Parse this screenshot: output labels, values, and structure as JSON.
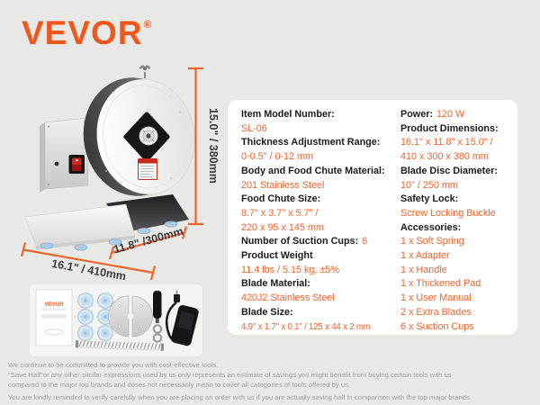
{
  "brand": {
    "name": "VEVOR",
    "registered": "®"
  },
  "product_illustration": {
    "dim_height": "15.0\" / 380mm",
    "dim_width": "16.1\" / 410mm",
    "dim_depth": "11.8\" /300mm",
    "manual_brand": "VEVOR"
  },
  "specs": {
    "left": [
      {
        "kind": "label",
        "text": "Item Model Number:"
      },
      {
        "kind": "value",
        "text": "SL-06"
      },
      {
        "kind": "label",
        "text": "Thickness Adjustment Range:"
      },
      {
        "kind": "value",
        "text": "0-0.5\" / 0-12 mm"
      },
      {
        "kind": "label",
        "text": "Body and Food Chute Material:"
      },
      {
        "kind": "value",
        "text": "201 Stainless Steel"
      },
      {
        "kind": "label",
        "text": "Food Chute Size:"
      },
      {
        "kind": "value",
        "text": "8.7\" x 3.7\" x 5.7\" /"
      },
      {
        "kind": "value",
        "text": "220 x 95 x 145 mm"
      },
      {
        "kind": "mixed",
        "label": "Number of Suction Cups:",
        "value": "6"
      },
      {
        "kind": "label",
        "text": "Product Weight"
      },
      {
        "kind": "value",
        "text": "11.4 lbs / 5.15 kg, ±5%"
      },
      {
        "kind": "label",
        "text": "Blade Material:"
      },
      {
        "kind": "value",
        "text": "420J2 Stainless Steel"
      },
      {
        "kind": "label",
        "text": "Blade Size:"
      },
      {
        "kind": "value",
        "text": "4.9\" x 1.7\" x 0.1\" / 125 x 44 x 2 mm"
      }
    ],
    "right": [
      {
        "kind": "mixed",
        "label": "Power:",
        "value": "120 W"
      },
      {
        "kind": "label",
        "text": "Product Dimensions:"
      },
      {
        "kind": "value",
        "text": "16.1\" x 11.8\" x 15.0\" /"
      },
      {
        "kind": "value",
        "text": "410 x 300 x 380 mm"
      },
      {
        "kind": "label",
        "text": "Blade Disc Diameter:"
      },
      {
        "kind": "value",
        "text": "10\" / 250 mm"
      },
      {
        "kind": "label",
        "text": "Safety Lock:"
      },
      {
        "kind": "value",
        "text": "Screw Locking Buckle"
      },
      {
        "kind": "label",
        "text": "Accessories:"
      },
      {
        "kind": "value",
        "text": "1 x Soft Spring"
      },
      {
        "kind": "value",
        "text": "1 x Adapter"
      },
      {
        "kind": "value",
        "text": "1 x Handle"
      },
      {
        "kind": "value",
        "text": "1 x Thickened Pad"
      },
      {
        "kind": "value",
        "text": "1 x User Manual"
      },
      {
        "kind": "value",
        "text": "2 x Extra Blades"
      },
      {
        "kind": "value",
        "text": "6 x Suction Cups"
      }
    ]
  },
  "footer": {
    "lines": [
      "We continue to be committed to provide you with cost-effective tools.",
      "\"Save Half\"or any other similar expressions used by us only represents an estimate of savings you might benefit from buying certain tools with us",
      "compared to the major top brands and doses not necessarily mean to cover all categories of tools offered by us.",
      "You are kindly reminded to verify carefully when you are placing an order with us if you are actually saving half in comparison with the top major brands."
    ]
  },
  "colors": {
    "accent_orange": "#F2632A",
    "logo_orange": "#F1571D",
    "label_black": "#1B1B1B",
    "footer_gray": "#A2A2A2",
    "background": "#E8E9E6",
    "card_white": "#FFFFFF",
    "suction_cup_blue": "#A8C9E4"
  }
}
